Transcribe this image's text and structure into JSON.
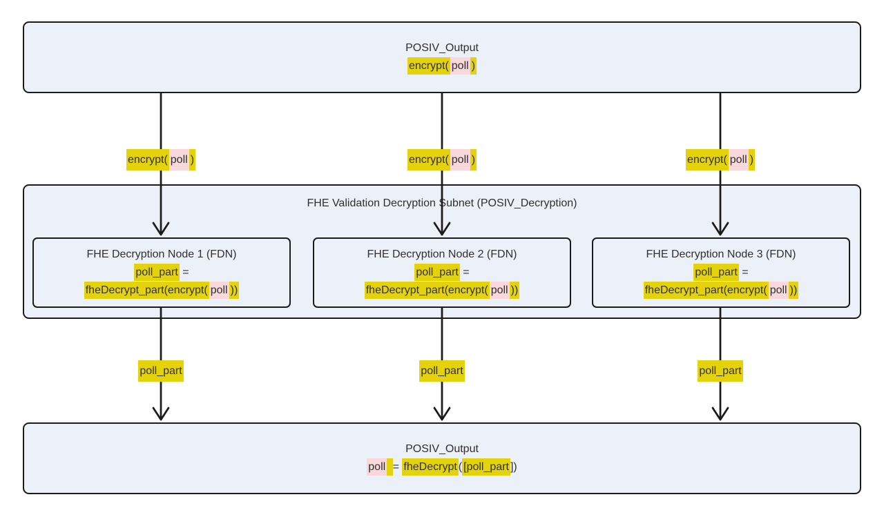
{
  "colors": {
    "box_fill": "#ECF0F9",
    "box_border": "#1B1B1B",
    "arrow": "#1B1B1B",
    "text": "#2F2F2F",
    "highlight_yellow": "#E4D30C",
    "highlight_pink": "#F8D8DA"
  },
  "top_box": {
    "title": "POSIV_Output",
    "expr": [
      {
        "t": "encrypt(",
        "h": "y"
      },
      {
        "t": "poll",
        "h": "p"
      },
      {
        "t": ")",
        "h": "y"
      }
    ]
  },
  "subnet": {
    "title": "FHE Validation Decryption Subnet (POSIV_Decryption)",
    "nodes": [
      {
        "title": "FHE Decryption Node 1 (FDN)",
        "line2": [
          {
            "t": "poll_part",
            "h": "y"
          },
          {
            "t": " =",
            "h": ""
          }
        ],
        "line3": [
          {
            "t": "fheDecrypt_part(encrypt(",
            "h": "y"
          },
          {
            "t": "poll",
            "h": "p"
          },
          {
            "t": "))",
            "h": "y"
          }
        ]
      },
      {
        "title": "FHE Decryption Node 2 (FDN)",
        "line2": [
          {
            "t": "poll_part",
            "h": "y"
          },
          {
            "t": " =",
            "h": ""
          }
        ],
        "line3": [
          {
            "t": "fheDecrypt_part(encrypt(",
            "h": "y"
          },
          {
            "t": "poll",
            "h": "p"
          },
          {
            "t": "))",
            "h": "y"
          }
        ]
      },
      {
        "title": "FHE Decryption Node 3 (FDN)",
        "line2": [
          {
            "t": "poll_part",
            "h": "y"
          },
          {
            "t": " =",
            "h": ""
          }
        ],
        "line3": [
          {
            "t": "fheDecrypt_part(encrypt(",
            "h": "y"
          },
          {
            "t": "poll",
            "h": "p"
          },
          {
            "t": "))",
            "h": "y"
          }
        ]
      }
    ]
  },
  "edge_labels": {
    "encrypt_poll": [
      {
        "t": "encrypt(",
        "h": "y"
      },
      {
        "t": "poll",
        "h": "p"
      },
      {
        "t": ")",
        "h": "y"
      }
    ],
    "poll_part": [
      {
        "t": "poll_part",
        "h": "y"
      }
    ]
  },
  "bottom_box": {
    "title": "POSIV_Output",
    "expr": [
      {
        "t": "poll",
        "h": "p"
      },
      {
        "t": " ",
        "h": "y"
      },
      {
        "t": " = ",
        "h": ""
      },
      {
        "t": "fheDecrypt",
        "h": "y"
      },
      {
        "t": "(",
        "h": ""
      },
      {
        "t": "[poll_part",
        "h": "y"
      },
      {
        "t": "])",
        "h": ""
      }
    ]
  }
}
